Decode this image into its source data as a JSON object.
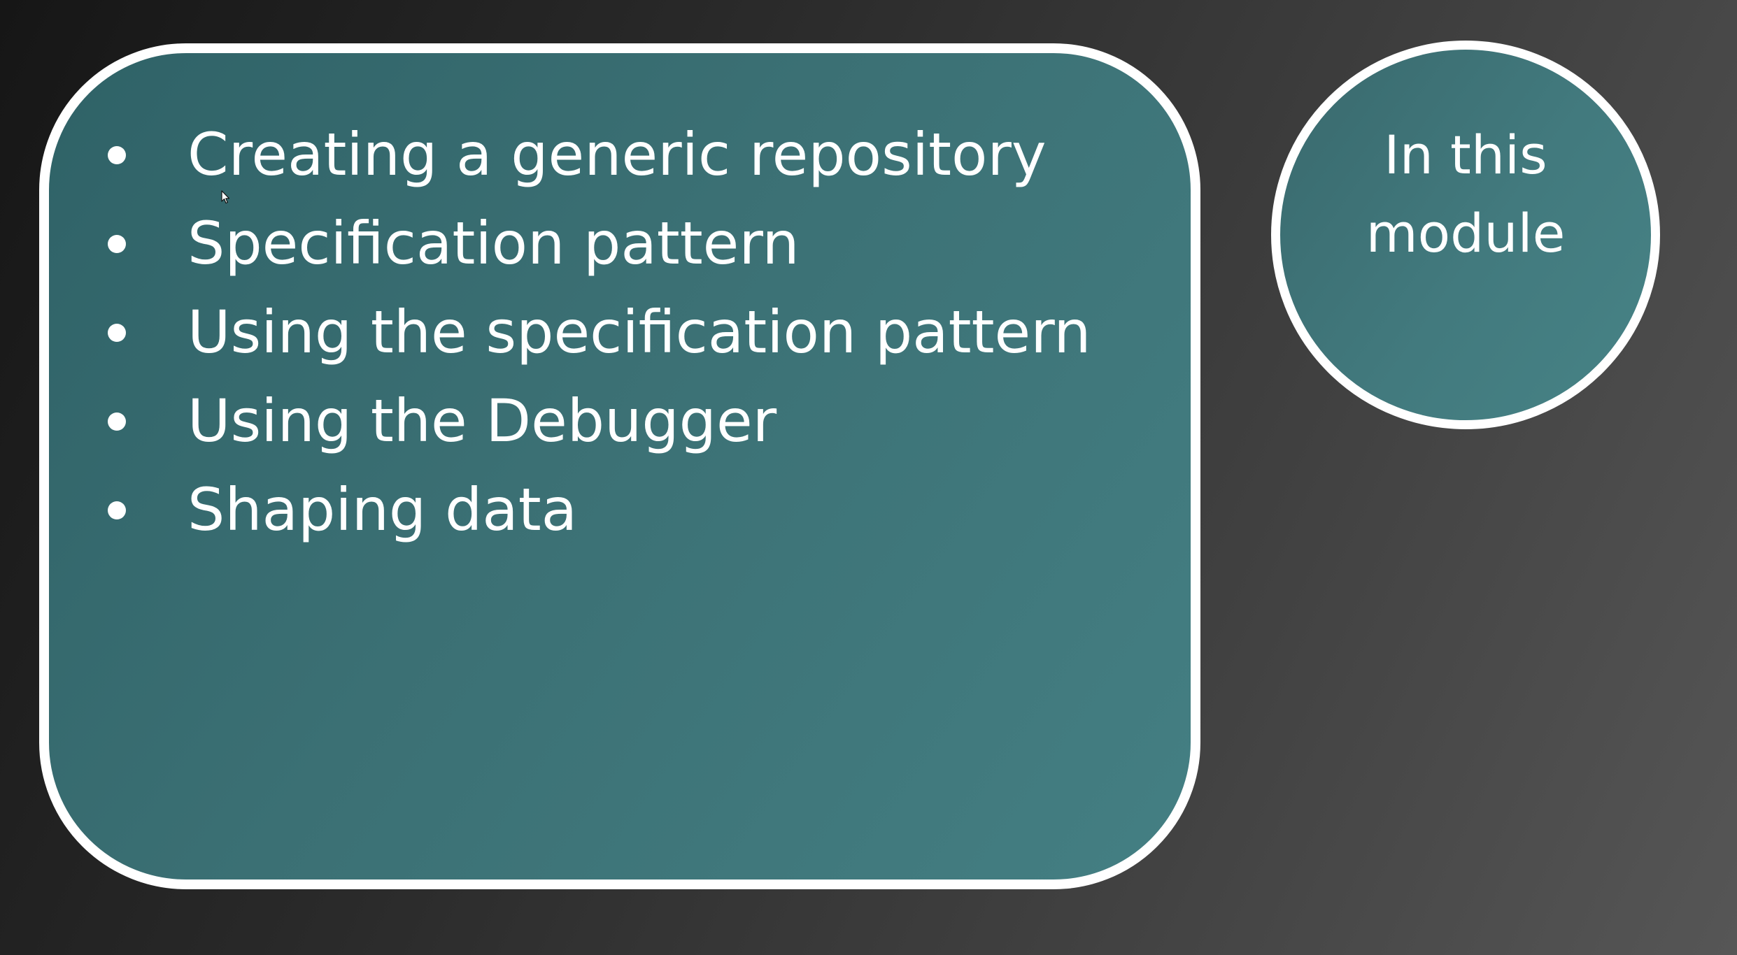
{
  "slide": {
    "topics": [
      "Creating a generic repository",
      "Specification pattern",
      "Using the specification pattern",
      "Using the Debugger",
      "Shaping data"
    ],
    "badge": {
      "text": "In this module"
    }
  },
  "colors": {
    "accent_teal": "#3b7074",
    "border": "#ffffff",
    "text": "#ffffff"
  },
  "icons": {
    "bullet": "bullet-icon",
    "cursor": "mouse-cursor-icon"
  }
}
